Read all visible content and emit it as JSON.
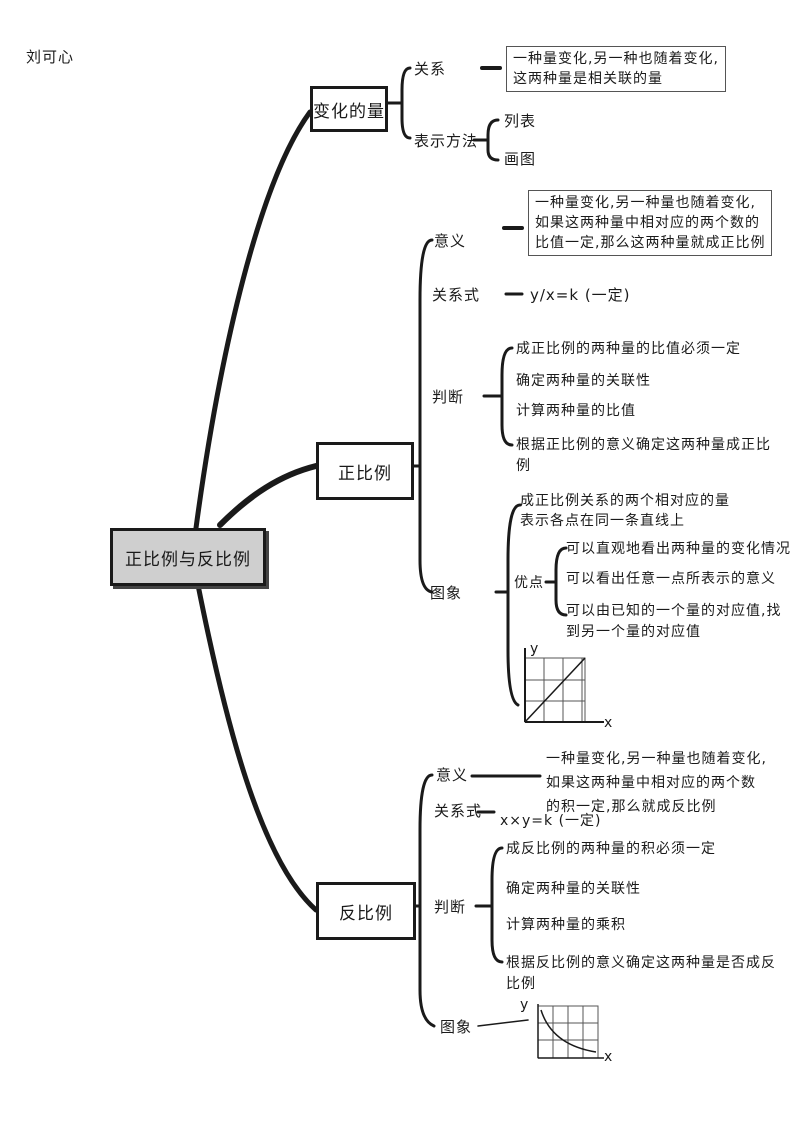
{
  "author": "刘可心",
  "root": "正比例与反比例",
  "change": {
    "title": "变化的量",
    "relation_label": "关系",
    "relation_text": [
      "一种量变化,另一种也随着变化,",
      "这两种量是相关联的量"
    ],
    "method_label": "表示方法",
    "methods": [
      "列表",
      "画图"
    ]
  },
  "direct": {
    "title": "正比例",
    "meaning_label": "意义",
    "meaning_text": [
      "一种量变化,另一种量也随着变化,",
      "如果这两种量中相对应的两个数的",
      "比值一定,那么这两种量就成正比例"
    ],
    "formula_label": "关系式",
    "formula": "y/x=k (一定)",
    "judge_label": "判断",
    "judge_items": [
      "成正比例的两种量的比值必须一定",
      "确定两种量的关联性",
      "计算两种量的比值",
      "根据正比例的意义确定这两种量成正比",
      "例"
    ],
    "graph_label": "图象",
    "graph_desc": [
      "成正比例关系的两个相对应的量",
      "表示各点在同一条直线上"
    ],
    "advantage_label": "优点",
    "advantages": [
      "可以直观地看出两种量的变化情况",
      "可以看出任意一点所表示的意义",
      "可以由已知的一个量的对应值,找",
      "到另一个量的对应值"
    ],
    "axis_y": "y",
    "axis_x": "x"
  },
  "inverse": {
    "title": "反比例",
    "meaning_label": "意义",
    "meaning_text": [
      "一种量变化,另一种量也随着变化,",
      "如果这两种量中相对应的两个数",
      "的积一定,那么就成反比例"
    ],
    "formula_label": "关系式",
    "formula": "x×y=k (一定)",
    "judge_label": "判断",
    "judge_items": [
      "成反比例的两种量的积必须一定",
      "确定两种量的关联性",
      "计算两种量的乘积",
      "根据反比例的意义确定这两种量是否成反",
      "比例"
    ],
    "graph_label": "图象",
    "axis_y": "y",
    "axis_x": "x"
  }
}
